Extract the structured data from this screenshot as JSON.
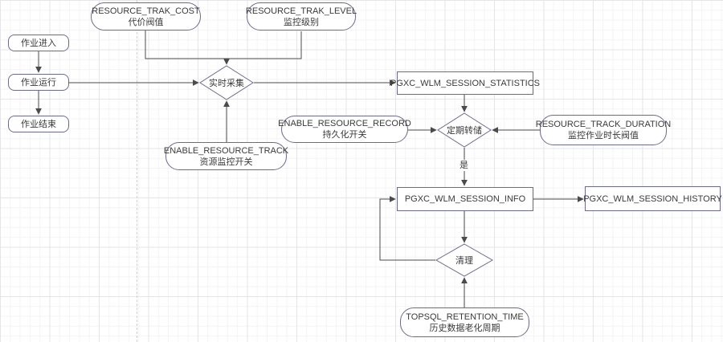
{
  "diagram": {
    "nodes": {
      "job_enter": {
        "label": "作业进入"
      },
      "job_run": {
        "label": "作业运行"
      },
      "job_end": {
        "label": "作业结束"
      },
      "trak_cost": {
        "line1": "RESOURCE_TRAK_COST",
        "line2": "代价阀值"
      },
      "trak_level": {
        "line1": "RESOURCE_TRAK_LEVEL",
        "line2": "监控级别"
      },
      "realtime_collect": {
        "label": "实时采集"
      },
      "enable_track": {
        "line1": "ENABLE_RESOURCE_TRACK",
        "line2": "资源监控开关"
      },
      "session_statistics": {
        "label": "PGXC_WLM_SESSION_STATISTICS"
      },
      "enable_record": {
        "line1": "ENABLE_RESOURCE_RECORD",
        "line2": "持久化开关"
      },
      "periodic_dump": {
        "label": "定期转储"
      },
      "track_duration": {
        "line1": "RESOURCE_TRACK_DURATION",
        "line2": "监控作业时长阀值"
      },
      "session_info": {
        "label": "PGXC_WLM_SESSION_INFO"
      },
      "session_history": {
        "label": "PGXC_WLM_SESSION_HISTORY"
      },
      "cleanup": {
        "label": "清理"
      },
      "retention_time": {
        "line1": "TOPSQL_RETENTION_TIME",
        "line2": "历史数据老化周期"
      }
    },
    "edge_labels": {
      "yes": "是"
    },
    "colors": {
      "shape_stroke": "#6b6b8d",
      "connector": "#4b4b4b",
      "text": "#3a3a3a",
      "grid_minor": "#f4f4f6",
      "grid_major": "#e6e6e9",
      "page_divider": "#cfcfcf",
      "background": "#ffffff"
    }
  }
}
